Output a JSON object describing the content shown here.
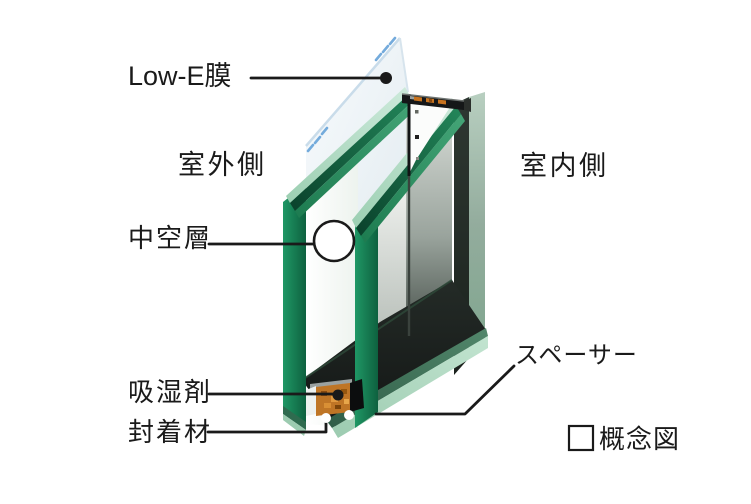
{
  "figure": {
    "kind": "isometric cutaway diagram of a Low-E insulated double glazing unit",
    "background": "#ffffff"
  },
  "labels": {
    "low_e_film": "Low-E膜",
    "outdoor_side": "室外側",
    "indoor_side": "室内側",
    "air_layer": "中空層",
    "desiccant": "吸湿剤",
    "sealant": "封着材",
    "spacer": "スペーサー",
    "legend_note": "概念図"
  },
  "colors": {
    "text": "#1a1a1a",
    "leader_line": "#1a1a1a",
    "glass_green_dark": "#0a412b",
    "glass_green_mid": "#1d8a58",
    "glass_green_mint": "#a9d5bd",
    "glass_gray_face": "#9aa49d",
    "spacer_black": "#151718",
    "cavity_shadow": "#17191b",
    "desiccant_orange": "#bf7526",
    "sealant_white": "#ffffff",
    "film_edge_blue": "#74abdc"
  },
  "parts": [
    {
      "name": "low-e-film",
      "label": "Low-E膜",
      "note": "clear coated sheet at top with blue edge highlights"
    },
    {
      "name": "outer-pane",
      "label": "室外側",
      "note": "front green glass pane"
    },
    {
      "name": "air-layer",
      "label": "中空層",
      "note": "gap between panes, marked with circle"
    },
    {
      "name": "desiccant",
      "label": "吸湿剤",
      "note": "orange granule block in bottom spacer"
    },
    {
      "name": "sealant",
      "label": "封着材",
      "note": "white dots at bottom edge"
    },
    {
      "name": "spacer",
      "label": "スペーサー",
      "note": "dark frame between panes"
    },
    {
      "name": "inner-pane",
      "label": "室内側",
      "note": "rear green glass pane"
    }
  ]
}
